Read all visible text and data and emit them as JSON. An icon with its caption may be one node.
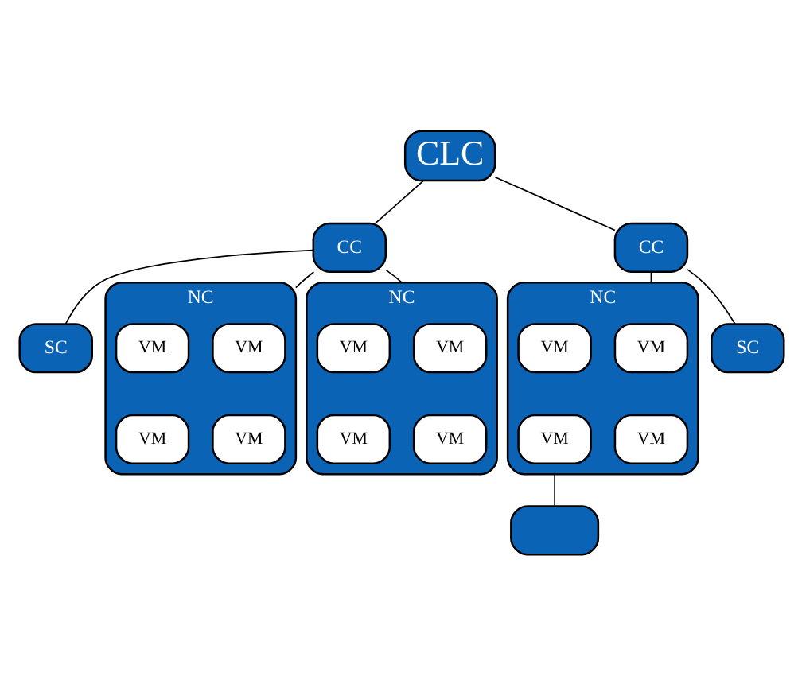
{
  "diagram": {
    "nodes": [
      {
        "text": [
          "CLC"
        ]
      },
      {
        "text": [
          "CC"
        ]
      },
      {
        "text": [
          "CC"
        ]
      },
      {
        "text": [
          "SC"
        ]
      },
      {
        "text": [
          "NC"
        ]
      },
      {
        "text": [
          "VM"
        ],
        "in": 4
      },
      {
        "text": [
          "VM"
        ],
        "in": 4
      },
      {
        "text": [
          "VM"
        ],
        "in": 4
      },
      {
        "text": [
          "VM"
        ],
        "in": 4
      },
      {
        "text": [
          "NC"
        ]
      },
      {
        "text": [
          "VM"
        ],
        "in": 9
      },
      {
        "text": [
          "VM"
        ],
        "in": 9
      },
      {
        "text": [
          "VM"
        ],
        "in": 9
      },
      {
        "text": [
          "VM"
        ],
        "in": 9
      },
      {
        "text": [
          "NC"
        ]
      },
      {
        "text": [
          "VM"
        ],
        "in": 14
      },
      {
        "text": [
          "VM"
        ],
        "in": 14
      },
      {
        "text": [
          "VM"
        ],
        "in": 14
      },
      {
        "text": [
          "VM"
        ],
        "in": 14
      },
      {
        "text": [
          "SC"
        ]
      },
      {
        "text": [],
        "shape": "box"
      }
    ],
    "edges": [
      {
        "from": 0,
        "to": 1,
        "arrow": "none"
      },
      {
        "from": 0,
        "to": 2,
        "arrow": "none"
      },
      {
        "from": 1,
        "to": 3,
        "arrow": "none"
      },
      {
        "from": 1,
        "to": 4,
        "arrow": "none"
      },
      {
        "from": 1,
        "to": 9,
        "arrow": "none"
      },
      {
        "from": 2,
        "to": 14,
        "arrow": "none"
      },
      {
        "from": 2,
        "to": 19,
        "arrow": "none"
      },
      {
        "from": 14,
        "to": 20,
        "arrow": "none"
      }
    ]
  }
}
